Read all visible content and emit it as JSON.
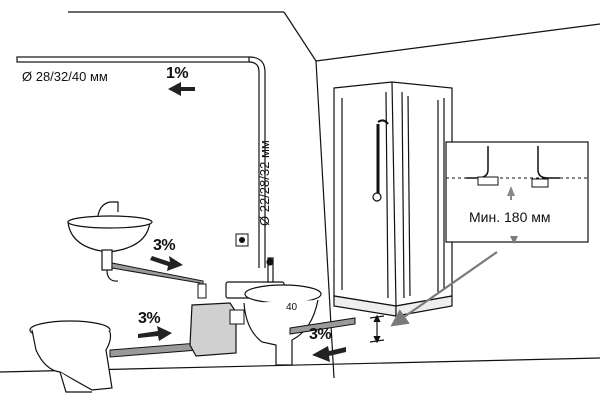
{
  "labels": {
    "main_pipe_diameter": "Ø 28/32/40 мм",
    "vertical_pipe_diameter": "Ø 22/28/32 мм",
    "slope_main": "1%",
    "slope_basin": "3%",
    "slope_toilet": "3%",
    "slope_shower": "3%",
    "min_height": "Мин. 180 мм",
    "pipe_40": "40"
  },
  "colors": {
    "line": "#111111",
    "pipe_fill": "#9a9a9a",
    "arrow_fill": "#222222",
    "callout_arrow": "#7a7a7a",
    "unit_fill": "#d0d0d0"
  },
  "icons": [
    "washbasin-icon",
    "toilet-icon",
    "macerator-pump-icon",
    "shower-cabin-icon",
    "wall-switch-icon",
    "flow-arrow-icon"
  ]
}
